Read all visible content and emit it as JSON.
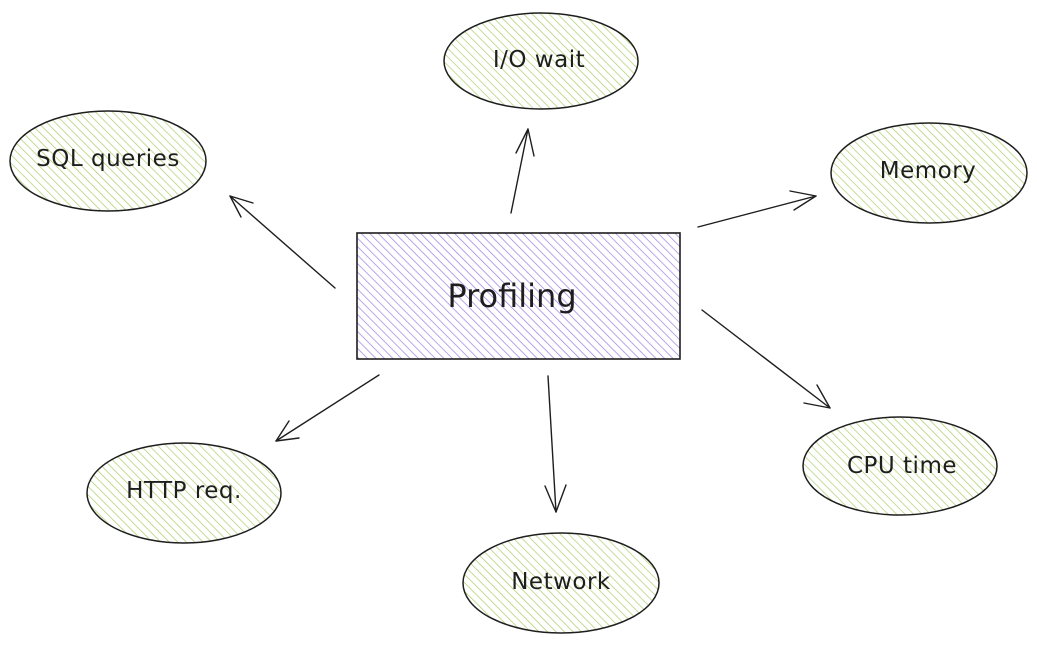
{
  "colors": {
    "stroke": "#1e1e1e",
    "center_fill": "#9b7fe0",
    "leaf_fill": "#a9cf6a",
    "background": "#ffffff"
  },
  "center": {
    "label": "Profiling"
  },
  "nodes": [
    {
      "id": "io-wait",
      "label": "I/O wait"
    },
    {
      "id": "sql-queries",
      "label": "SQL queries"
    },
    {
      "id": "memory",
      "label": "Memory"
    },
    {
      "id": "http-req",
      "label": "HTTP req."
    },
    {
      "id": "network",
      "label": "Network"
    },
    {
      "id": "cpu-time",
      "label": "CPU time"
    }
  ]
}
